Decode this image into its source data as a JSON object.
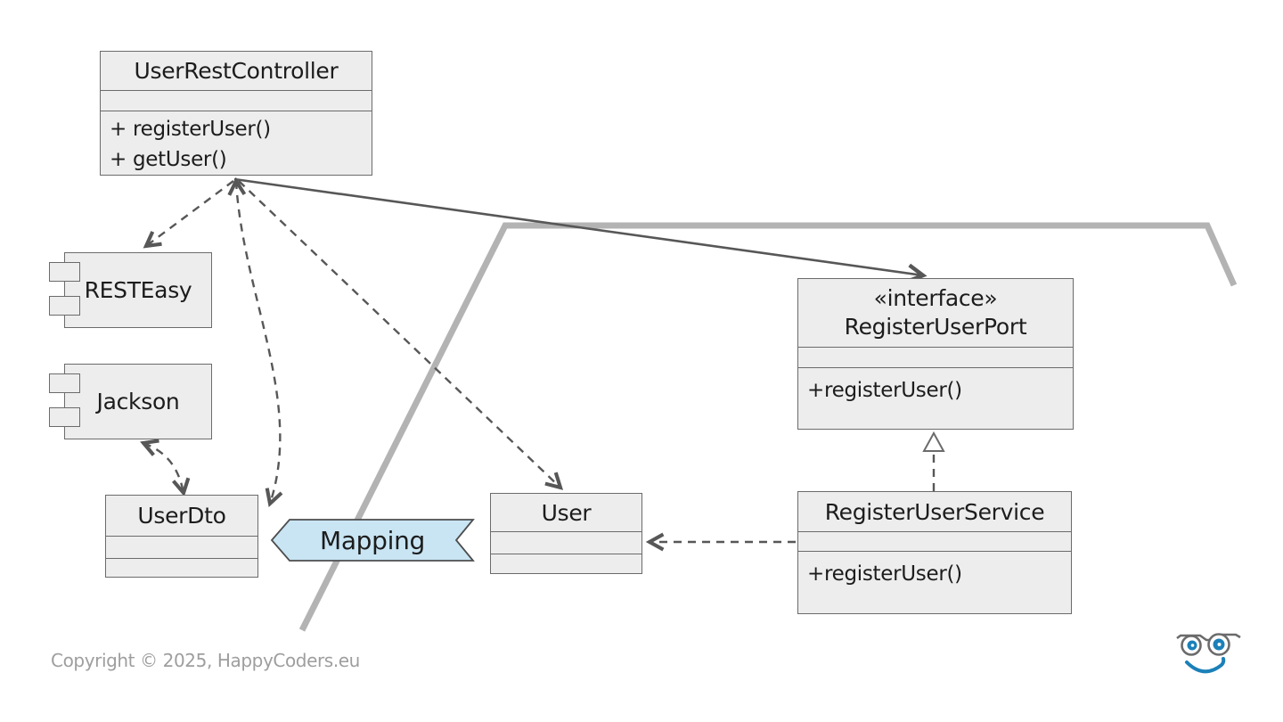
{
  "diagram": {
    "classes": {
      "controller": {
        "title": "UserRestController",
        "methods": [
          "+ registerUser()",
          "+ getUser()"
        ]
      },
      "port": {
        "stereotype": "«interface»",
        "title": "RegisterUserPort",
        "methods": [
          "+registerUser()"
        ]
      },
      "service": {
        "title": "RegisterUserService",
        "methods": [
          "+registerUser()"
        ]
      },
      "userdto": {
        "title": "UserDto"
      },
      "user": {
        "title": "User"
      }
    },
    "components": {
      "resteasy": {
        "label": "RESTEasy"
      },
      "jackson": {
        "label": "Jackson"
      }
    },
    "banner": {
      "label": "Mapping"
    },
    "colors": {
      "box_fill": "#ededed",
      "box_border": "#6b6b6b",
      "arrow": "#575757",
      "hexagon_boundary": "#b3b3b3",
      "banner_fill": "#c9e5f4",
      "logo_blue": "#1b80b8",
      "copyright_text": "#9e9e9e"
    }
  },
  "footer": {
    "copyright": "Copyright © 2025, HappyCoders.eu"
  },
  "logo": {
    "label": "happycoders-smiley-logo"
  }
}
